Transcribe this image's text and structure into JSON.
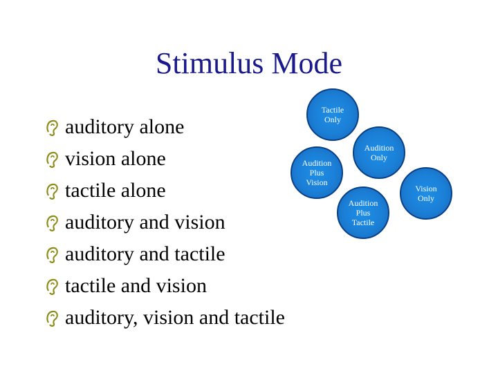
{
  "slide": {
    "title": "Stimulus Mode",
    "title_color": "#1a1a8c",
    "bullet_icon": "ear-icon",
    "bullets": [
      "auditory alone",
      "vision alone",
      "tactile alone",
      "auditory and vision",
      "auditory and tactile",
      "tactile and vision",
      "auditory, vision and tactile"
    ],
    "circle_color": "#1b7fd6",
    "circles": {
      "tactile_only": "Tactile\nOnly",
      "audition_only": "Audition\nOnly",
      "audition_plus_vision": "Audition\nPlus\nVision",
      "audition_plus_tactile": "Audition\nPlus\nTactile",
      "vision_only": "Vision\nOnly"
    }
  }
}
